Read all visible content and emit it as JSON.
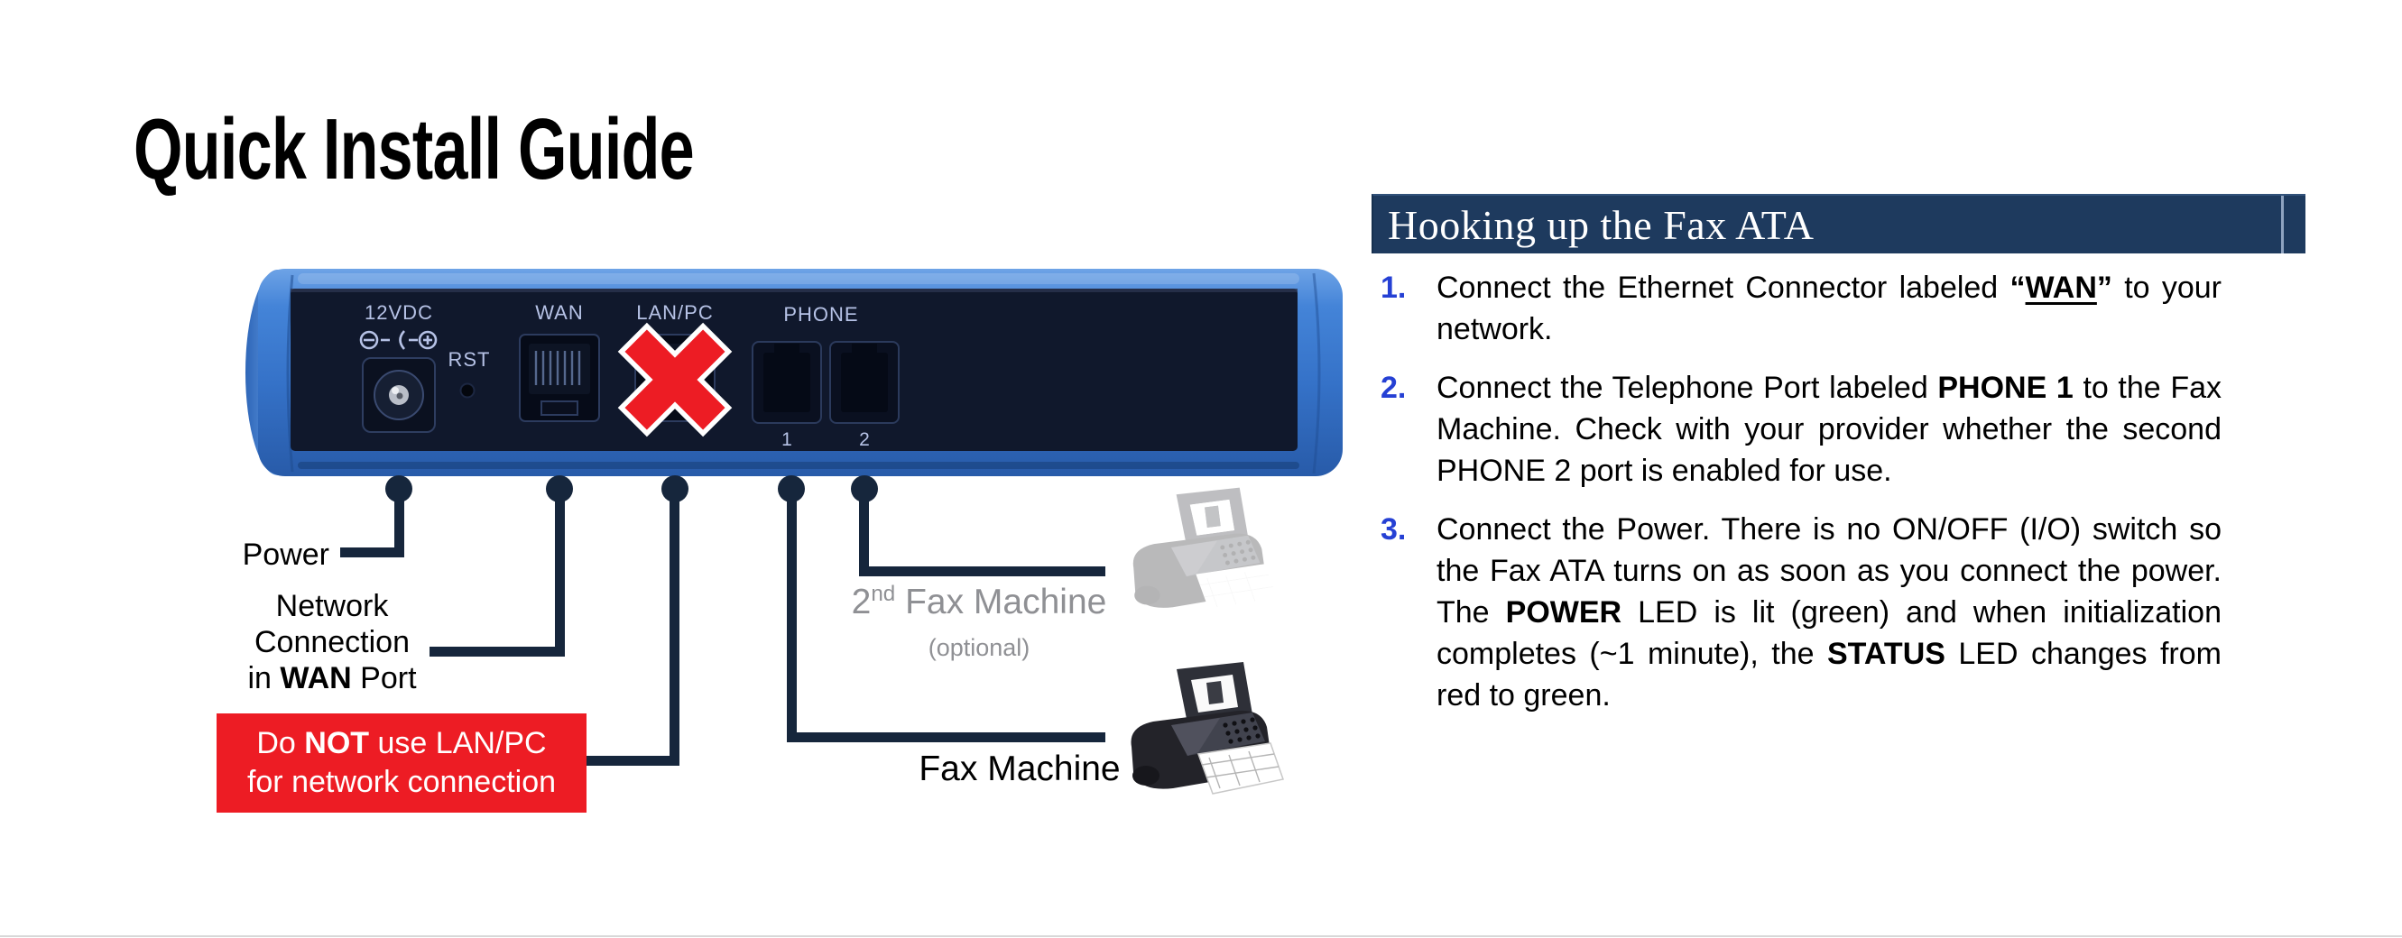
{
  "page": {
    "title": "Quick Install Guide"
  },
  "theme": {
    "connector_navy": "#16263c",
    "header_navy": "#1e3a5e",
    "step_number_blue": "#2540d4",
    "warning_red": "#ed1c24",
    "device_blue": "#3a78cd",
    "device_blue_dark": "#2b62b4",
    "panel_navy": "#10182c",
    "label_blue": "#b6c2e6",
    "gray_text": "#8f9094"
  },
  "device": {
    "power_jack_label": "12VDC",
    "reset_label": "RST",
    "wan_label": "WAN",
    "lan_label": "LAN/PC",
    "phone_label": "PHONE",
    "phone_port1_label": "1",
    "phone_port2_label": "2",
    "prohibited_icon": "red-x-over-lan-pc-port"
  },
  "callouts": {
    "power_label": "Power",
    "wan_label_segments": [
      {
        "t": "Network Connection in "
      },
      {
        "t": "WAN",
        "b": true
      },
      {
        "t": " Port"
      }
    ],
    "lan_warning_segments": [
      {
        "t": "Do "
      },
      {
        "t": "NOT",
        "b": true
      },
      {
        "t": " use LAN/PC for network connection"
      }
    ],
    "fax_label": "Fax Machine",
    "fax2_label_segments": [
      {
        "t": "2"
      },
      {
        "t": "nd",
        "sup": true
      },
      {
        "t": " Fax Machine"
      }
    ],
    "fax2_note": "(optional)"
  },
  "section": {
    "heading": "Hooking up the Fax ATA",
    "steps": [
      {
        "num": "1.",
        "segments": [
          {
            "t": "Connect the Ethernet Connector labeled "
          },
          {
            "t": "“",
            "b": true
          },
          {
            "t": "WAN",
            "b": true,
            "u": true
          },
          {
            "t": "”",
            "b": true
          },
          {
            "t": " to your network."
          }
        ]
      },
      {
        "num": "2.",
        "segments": [
          {
            "t": "Connect the Telephone Port labeled "
          },
          {
            "t": "PHONE 1",
            "b": true
          },
          {
            "t": " to the Fax Machine. Check with your provider whether the second PHONE 2 port is enabled for use."
          }
        ]
      },
      {
        "num": "3.",
        "segments": [
          {
            "t": "Connect the Power. There is no ON/OFF (I/O) switch so the Fax ATA turns on as soon as you connect the power. The "
          },
          {
            "t": "POWER",
            "b": true
          },
          {
            "t": " LED is lit (green) and when initialization completes (~1 minute), the "
          },
          {
            "t": "STATUS",
            "b": true
          },
          {
            "t": " LED changes from red to green."
          }
        ]
      }
    ]
  }
}
